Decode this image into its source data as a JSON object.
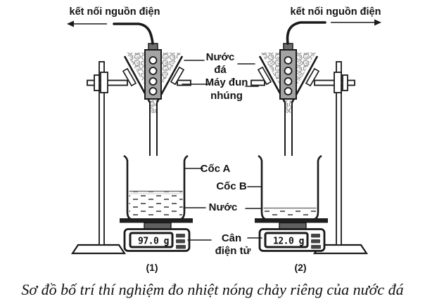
{
  "figure": {
    "caption": "Sơ đồ bố trí thí nghiệm đo nhiệt nóng chảy riêng của nước đá"
  },
  "setups": {
    "left": {
      "power_label": "kết nối nguồn điện",
      "scale_reading": "97.0 g",
      "index_label": "(1)"
    },
    "right": {
      "power_label": "kết nối nguồn điện",
      "scale_reading": "12.0 g",
      "index_label": "(2)"
    }
  },
  "part_labels": {
    "ice_line1": "Nước",
    "ice_line2": "đá",
    "heater_line1": "Máy đun",
    "heater_line2": "nhúng",
    "beaker_a": "Cốc A",
    "beaker_b": "Cốc B",
    "water": "Nước",
    "scale_line1": "Cân",
    "scale_line2": "điện tử"
  },
  "colors": {
    "ink": "#1a1a1a",
    "heater_body": "#a3a3a3",
    "heater_cap": "#6e6e6e",
    "scale_platform": "#1f1f1f",
    "scale_pedestal": "#5f5f5f",
    "ice_outline": "#8b8b8b",
    "water_dash": "#3f3f3f"
  }
}
